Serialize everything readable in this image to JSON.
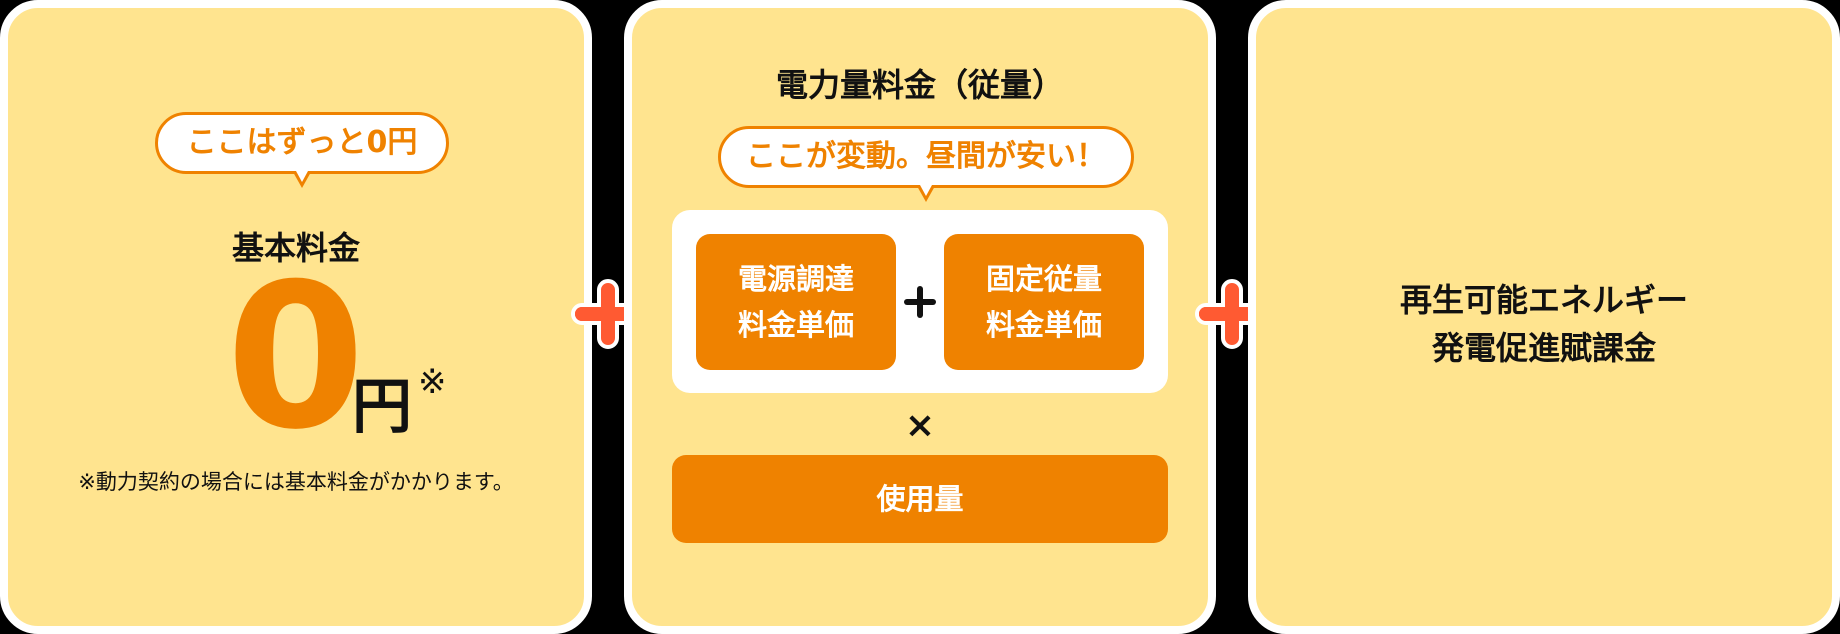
{
  "colors": {
    "card_bg": "#ffe48f",
    "card_border": "#ffffff",
    "accent_orange": "#ef8200",
    "plus_red": "#ff5a32",
    "text": "#111111"
  },
  "operators": {
    "between_cards": "+",
    "inner_plus": "+",
    "times": "×"
  },
  "card1": {
    "bubble": "ここはずっと0円",
    "title": "基本料金",
    "amount": "0",
    "unit": "円",
    "note_mark": "※",
    "note": "※動力契約の場合には基本料金がかかります。"
  },
  "card2": {
    "title": "電力量料金（従量）",
    "bubble": "ここが変動。昼間が安い！",
    "box_left": {
      "line1": "電源調達",
      "line2": "料金単価"
    },
    "box_right": {
      "line1": "固定従量",
      "line2": "料金単価"
    },
    "usage": "使用量"
  },
  "card3": {
    "title_line1": "再生可能エネルギー",
    "title_line2": "発電促進賦課金"
  }
}
